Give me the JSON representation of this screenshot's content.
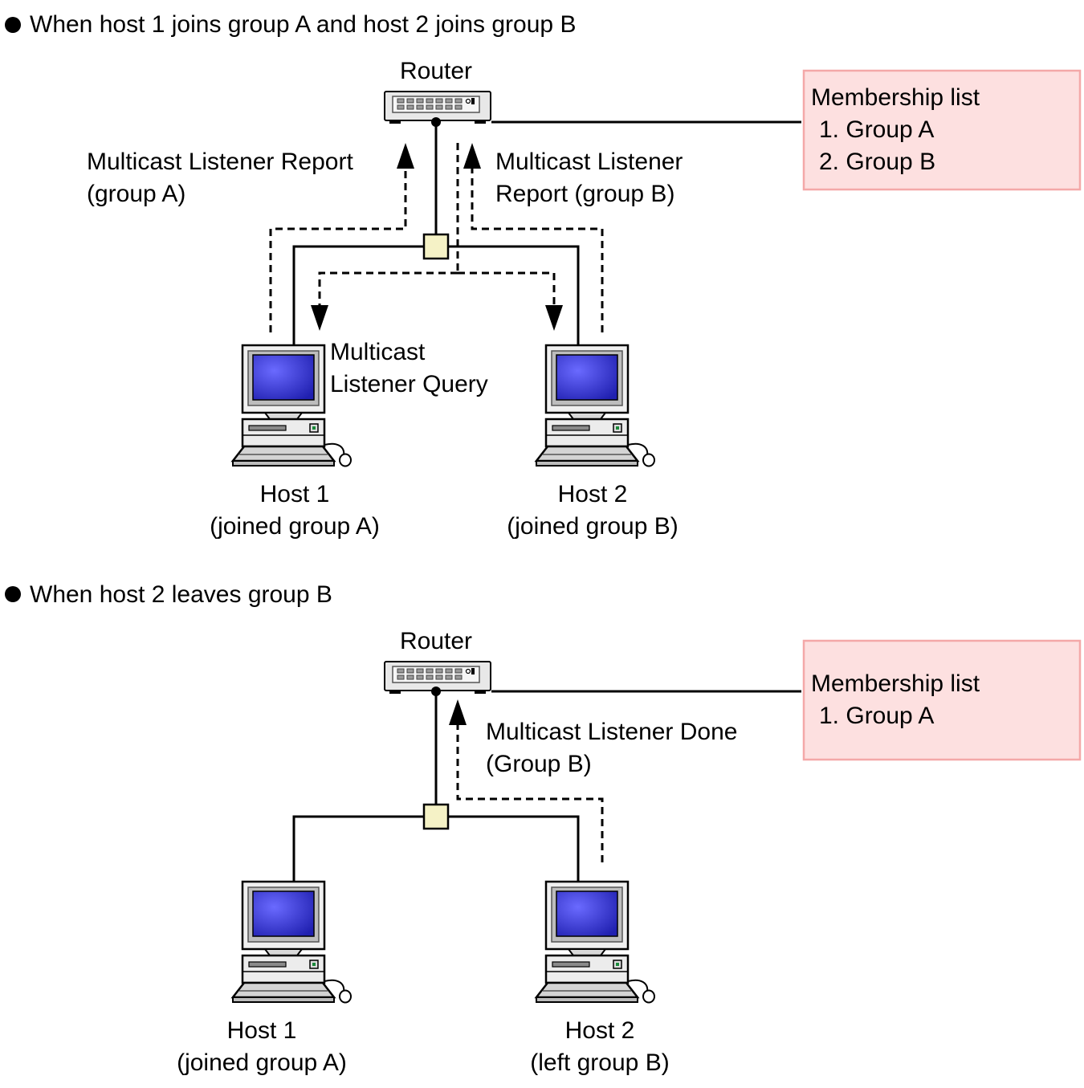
{
  "sections": [
    {
      "title": "When host 1 joins group A and host 2 joins group B",
      "router_label": "Router",
      "membership": {
        "title": "Membership list",
        "items": [
          "1. Group A",
          "2. Group B"
        ]
      },
      "messages": {
        "report_a": [
          "Multicast Listener Report",
          "(group A)"
        ],
        "report_b": [
          "Multicast Listener",
          "Report (group B)"
        ],
        "query": [
          "Multicast",
          "Listener Query"
        ]
      },
      "hosts": [
        {
          "name": "Host 1",
          "status": "(joined group A)"
        },
        {
          "name": "Host 2",
          "status": "(joined group B)"
        }
      ]
    },
    {
      "title": "When host 2 leaves group B",
      "router_label": "Router",
      "membership": {
        "title": "Membership list",
        "items": [
          "1. Group A"
        ]
      },
      "messages": {
        "done": [
          "Multicast Listener Done",
          "(Group B)"
        ]
      },
      "hosts": [
        {
          "name": "Host 1",
          "status": "(joined group A)"
        },
        {
          "name": "Host 2",
          "status": "(left group B)"
        }
      ]
    }
  ],
  "colors": {
    "membership_fill": "#fde0e0",
    "membership_border": "#f4a8a8",
    "junction_fill": "#f5f2c6",
    "monitor_screen": "#3535c8"
  },
  "icons": [
    "router-icon",
    "computer-icon",
    "bullet-icon"
  ]
}
